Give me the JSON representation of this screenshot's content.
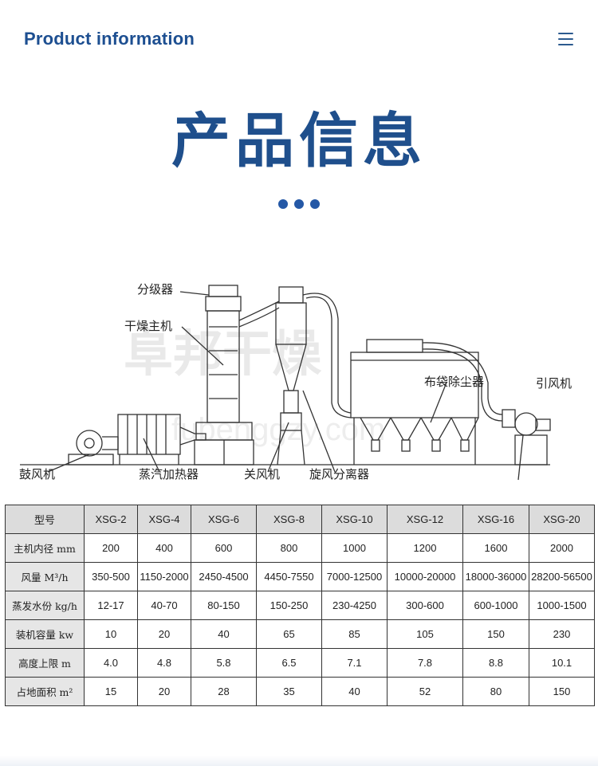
{
  "header": {
    "brand": "Product information",
    "menu_icon": "hamburger-menu-icon"
  },
  "title": "产品信息",
  "accent_color": "#1f4f8c",
  "diagram": {
    "labels": {
      "classifier": "分级器",
      "dryer_main": "干燥主机",
      "bag_filter": "布袋除尘器",
      "induced_fan": "引风机",
      "blower": "鼓风机",
      "steam_heater": "蒸汽加热器",
      "airlock": "关风机",
      "cyclone": "旋风分离器"
    },
    "watermark_cn": "阜邦干燥",
    "watermark_en": "fubenggzy.com"
  },
  "table": {
    "headers": [
      "型号",
      "XSG-2",
      "XSG-4",
      "XSG-6",
      "XSG-8",
      "XSG-10",
      "XSG-12",
      "XSG-16",
      "XSG-20"
    ],
    "rows": [
      {
        "label": "主机内径 mm",
        "values": [
          "200",
          "400",
          "600",
          "800",
          "1000",
          "1200",
          "1600",
          "2000"
        ]
      },
      {
        "label": "风量 M³/h",
        "values": [
          "350-500",
          "1150-2000",
          "2450-4500",
          "4450-7550",
          "7000-12500",
          "10000-20000",
          "18000-36000",
          "28200-56500"
        ]
      },
      {
        "label": "蒸发水份 kg/h",
        "values": [
          "12-17",
          "40-70",
          "80-150",
          "150-250",
          "230-4250",
          "300-600",
          "600-1000",
          "1000-1500"
        ]
      },
      {
        "label": "装机容量 kw",
        "values": [
          "10",
          "20",
          "40",
          "65",
          "85",
          "105",
          "150",
          "230"
        ]
      },
      {
        "label": "高度上限 m",
        "values": [
          "4.0",
          "4.8",
          "5.8",
          "6.5",
          "7.1",
          "7.8",
          "8.8",
          "10.1"
        ]
      },
      {
        "label": "占地面积 m²",
        "values": [
          "15",
          "20",
          "28",
          "35",
          "40",
          "52",
          "80",
          "150"
        ]
      }
    ]
  }
}
